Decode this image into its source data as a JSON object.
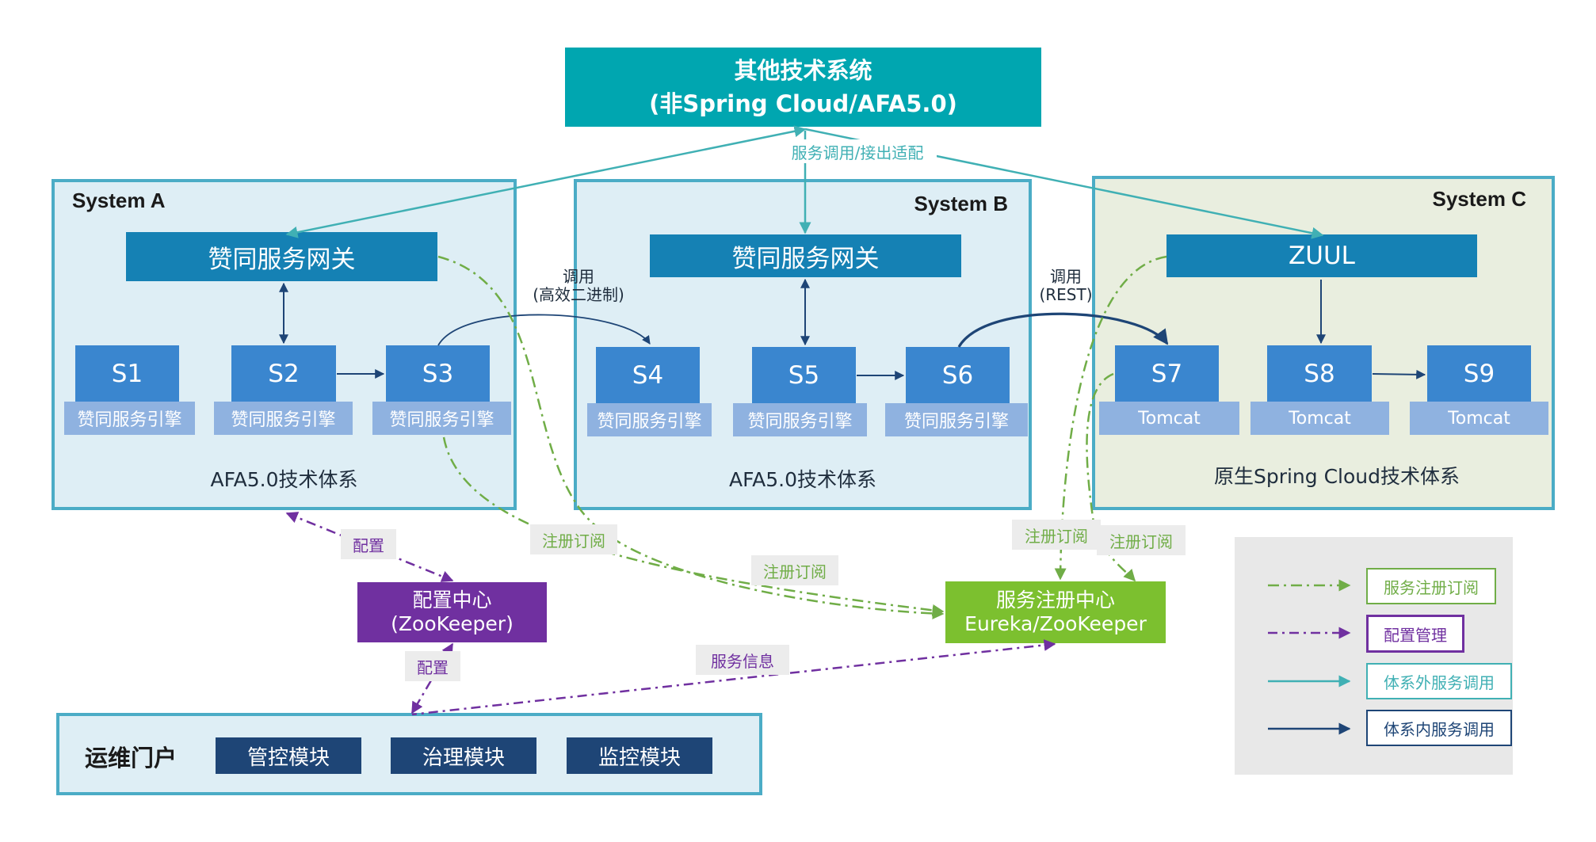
{
  "top_system": {
    "line1": "其他技术系统",
    "line2": "(非Spring Cloud/AFA5.0)"
  },
  "top_call_label": "服务调用/接出适配",
  "systems": {
    "a": {
      "title": "System A",
      "gateway": "赞同服务网关",
      "services": [
        "S1",
        "S2",
        "S3"
      ],
      "engines": [
        "赞同服务引擎",
        "赞同服务引擎",
        "赞同服务引擎"
      ],
      "caption": "AFA5.0技术体系"
    },
    "b": {
      "title": "System B",
      "gateway": "赞同服务网关",
      "services": [
        "S4",
        "S5",
        "S6"
      ],
      "engines": [
        "赞同服务引擎",
        "赞同服务引擎",
        "赞同服务引擎"
      ],
      "caption": "AFA5.0技术体系"
    },
    "c": {
      "title": "System C",
      "gateway": "ZUUL",
      "services": [
        "S7",
        "S8",
        "S9"
      ],
      "engines": [
        "Tomcat",
        "Tomcat",
        "Tomcat"
      ],
      "caption": "原生Spring Cloud技术体系"
    }
  },
  "calls": {
    "ab": {
      "line1": "调用",
      "line2": "(高效二进制)"
    },
    "bc": {
      "line1": "调用",
      "line2": "(REST)"
    }
  },
  "config_center": {
    "line1": "配置中心",
    "line2": "(ZooKeeper)"
  },
  "registry_center": {
    "line1": "服务注册中心",
    "line2": "Eureka/ZooKeeper"
  },
  "edge_labels": {
    "config_top": "配置",
    "config_bottom": "配置",
    "register_a": "注册订阅",
    "register_b": "注册订阅",
    "register_c_left": "注册订阅",
    "register_c_right": "注册订阅",
    "service_info": "服务信息"
  },
  "ops_portal": {
    "title": "运维门户",
    "modules": [
      "管控模块",
      "治理模块",
      "监控模块"
    ]
  },
  "legend": {
    "items": [
      {
        "label": "服务注册订阅",
        "color": "#70ad47",
        "style": "dash-dot"
      },
      {
        "label": "配置管理",
        "color": "#7030a0",
        "style": "dash-dot"
      },
      {
        "label": "体系外服务调用",
        "color": "#40b0b4",
        "style": "solid"
      },
      {
        "label": "体系内服务调用",
        "color": "#1e4576",
        "style": "solid"
      }
    ]
  },
  "colors": {
    "teal": "#00a6b0",
    "gateway_blue": "#1581b4",
    "service_blue": "#3a86cf",
    "engine_blue": "#8fb2e0",
    "purple": "#7030a0",
    "green": "#7cc02f",
    "navy": "#1e4576",
    "border": "#4bacc6"
  }
}
